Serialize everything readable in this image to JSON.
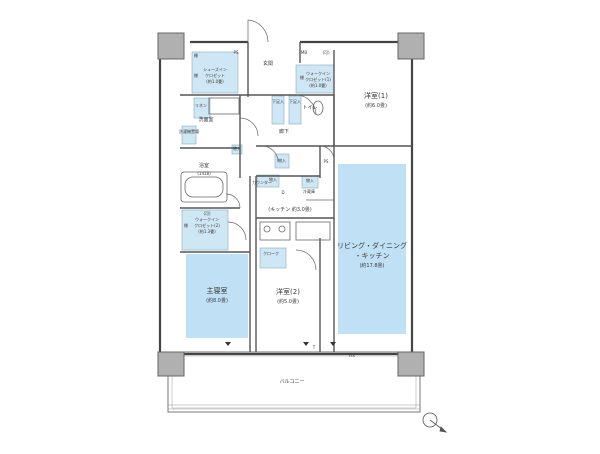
{
  "plan": {
    "rooms": {
      "western1_name": "洋室(1)",
      "western1_size": "(約6.0畳)",
      "western2_name": "洋室(2)",
      "western2_size": "(約5.0畳)",
      "master_name": "主寝室",
      "master_size": "(約8.0畳)",
      "ldk_line1": "リビング・ダイニング",
      "ldk_line2": "・キッチン",
      "ldk_size": "(約17.8畳)",
      "kitchen": "(キッチン 約3.0畳)",
      "bath_name": "浴室",
      "bath_size": "(1418)",
      "washroom": "洗面室",
      "toilet": "トイレ",
      "corridor": "廊下",
      "entrance": "玄関",
      "balcony": "バルコニー"
    },
    "closets": {
      "shoes_line1": "シューズイン",
      "shoes_line2": "クロゼット",
      "shoes_size": "(約1.0畳)",
      "wic1_line1": "ウォークイン",
      "wic1_line2": "クロゼット(1)",
      "wic1_size": "(約1.0畳)",
      "wic2_line1": "(可)",
      "wic2_line2": "ウォークイン",
      "wic2_line3": "クロゼット(2)",
      "wic2_size": "(約1.3畳)",
      "storage": "物入",
      "storage2": "物入",
      "storage3": "物入",
      "storage4": "物入",
      "storage_shelf": "棚",
      "storage_shelf2": "棚",
      "storage_shelf3": "棚",
      "storage_shelf4": "棚",
      "washer": "洗濯機置場",
      "fridge": "冷蔵庫",
      "counter": "カウンター",
      "ps": "PS",
      "mb": "MB",
      "ps2": "PS",
      "fix": "FIX",
      "movable": "(可)",
      "tokanyu1": "下足入",
      "tokanyu2": "下足入",
      "linen": "リネン",
      "dm": "D",
      "cloak": "クローク",
      "t": "T"
    }
  }
}
